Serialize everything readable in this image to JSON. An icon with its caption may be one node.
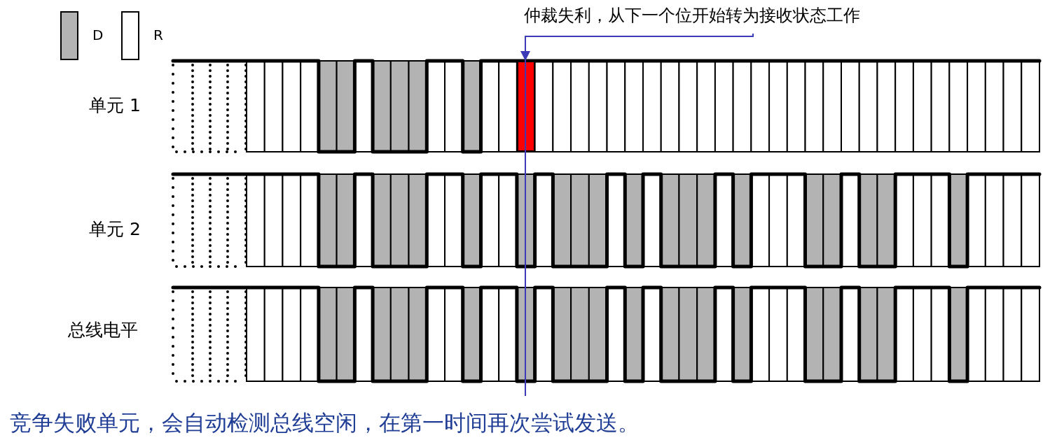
{
  "diagram": {
    "caption": "竞争失败单元，会自动检测总线空闲，在第一时间再次尝试发送。",
    "nodes": [
      {
        "text": [
          "仲裁失利，从下一个位开始转为接收状态工作"
        ]
      },
      {
        "text": [],
        "shape": "bar"
      }
    ],
    "edges": [
      {
        "from": 0,
        "to": 1,
        "arrow": "to",
        "color": "#3b3bb8"
      }
    ],
    "labels": [
      "单元 1",
      "单元 2",
      "总线电平"
    ],
    "legend": [
      {
        "text": "D",
        "color": "#b3b3b3"
      },
      {
        "text": "R",
        "color": "#ffffff"
      }
    ]
  }
}
